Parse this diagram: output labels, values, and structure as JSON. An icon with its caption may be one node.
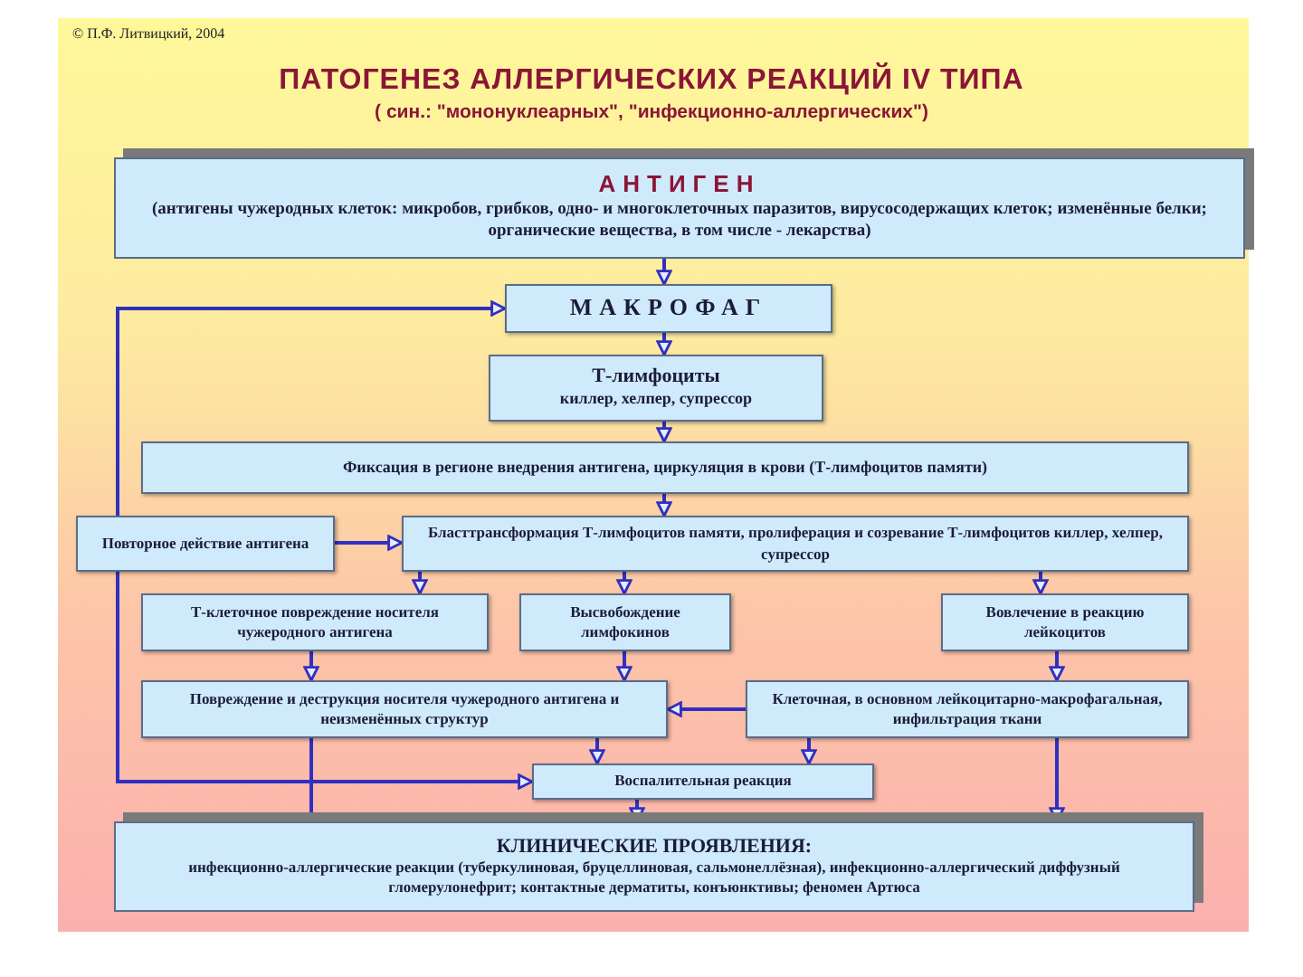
{
  "diagram": {
    "title": "ПАТОГЕНЕЗ АЛЛЕРГИЧЕСКИХ РЕАКЦИЙ IV ТИПА",
    "nodes": [
      {
        "text": [
          "АНТИГЕН",
          "(антигены чужеродных клеток: микробов, грибков, одно- и многоклеточных паразитов, вирусосодержащих клеток; изменённые белки; органические вещества, в том числе - лекарства)"
        ]
      },
      {
        "text": [
          "МАКРОФАГ"
        ]
      },
      {
        "text": [
          "Т-лимфоциты",
          "киллер, хелпер, супрессор"
        ]
      },
      {
        "text": [
          "Фиксация в регионе внедрения антигена, циркуляция в крови (Т-лимфоцитов памяти)"
        ]
      },
      {
        "text": [
          "Повторное действие антигена"
        ]
      },
      {
        "text": [
          "Бласттрансформация Т-лимфоцитов памяти, пролиферация и созревание Т-лимфоцитов киллер, хелпер, супрессор"
        ]
      },
      {
        "text": [
          "Т-клеточное повреждение носителя чужеродного антигена"
        ]
      },
      {
        "text": [
          "Высвобождение лимфокинов"
        ]
      },
      {
        "text": [
          "Вовлечение в реакцию лейкоцитов"
        ]
      },
      {
        "text": [
          "Повреждение и деструкция носителя чужеродного антигена и неизменённых структур"
        ]
      },
      {
        "text": [
          "Клеточная, в основном лейкоцитарно-макрофагальная, инфильтрация ткани"
        ]
      },
      {
        "text": [
          "Воспалительная реакция"
        ]
      },
      {
        "text": [
          "КЛИНИЧЕСКИЕ ПРОЯВЛЕНИЯ:",
          "инфекционно-аллергические реакции (туберкулиновая, бруцеллиновая, сальмонеллёзная), инфекционно-аллергический диффузный гломерулонефрит; контактные дерматиты, конъюнктивы; феномен Артюса"
        ]
      }
    ],
    "edges": [
      {
        "from": 0,
        "to": 1,
        "arrow": "to"
      },
      {
        "from": 1,
        "to": 2,
        "arrow": "to"
      },
      {
        "from": 2,
        "to": 3,
        "arrow": "to"
      },
      {
        "from": 3,
        "to": 5,
        "arrow": "to"
      },
      {
        "from": 4,
        "to": 5,
        "arrow": "to"
      },
      {
        "from": 4,
        "to": 1,
        "arrow": "to"
      },
      {
        "from": 4,
        "to": 11,
        "arrow": "to"
      },
      {
        "from": 5,
        "to": 6,
        "arrow": "to"
      },
      {
        "from": 5,
        "to": 7,
        "arrow": "to"
      },
      {
        "from": 5,
        "to": 8,
        "arrow": "to"
      },
      {
        "from": 6,
        "to": 9,
        "arrow": "to"
      },
      {
        "from": 7,
        "to": 9,
        "arrow": "to"
      },
      {
        "from": 8,
        "to": 10,
        "arrow": "to"
      },
      {
        "from": 10,
        "to": 9,
        "arrow": "to"
      },
      {
        "from": 9,
        "to": 11,
        "arrow": "to"
      },
      {
        "from": 10,
        "to": 11,
        "arrow": "to"
      },
      {
        "from": 9,
        "to": 12,
        "arrow": "none"
      },
      {
        "from": 11,
        "to": 12,
        "arrow": "to"
      },
      {
        "from": 10,
        "to": 12,
        "arrow": "to"
      }
    ],
    "labels": [
      "© П.Ф. Литвицкий, 2004",
      "( син.: \"мононуклеарных\", \"инфекционно-аллергических\")"
    ]
  }
}
